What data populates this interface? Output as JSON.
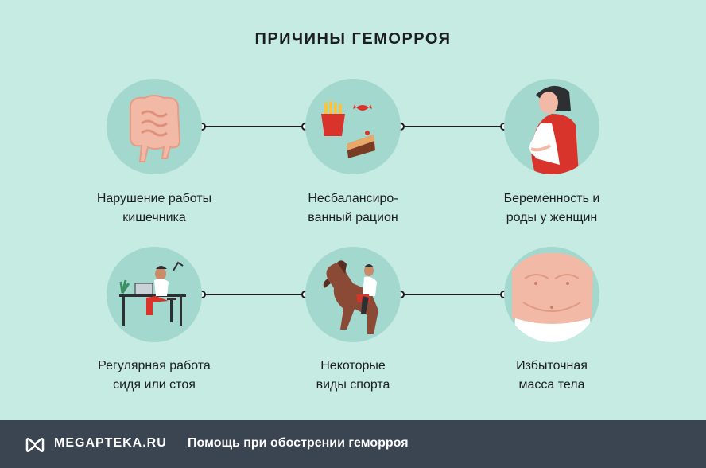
{
  "title": "ПРИЧИНЫ ГЕМОРРОЯ",
  "causes": [
    {
      "lines": [
        "Нарушение работы",
        "кишечника"
      ],
      "icon": "intestines-icon"
    },
    {
      "lines": [
        "Несбалансиро-",
        "ванный рацион"
      ],
      "icon": "junk-food-icon"
    },
    {
      "lines": [
        "Беременность и",
        "роды у женщин"
      ],
      "icon": "pregnant-woman-icon"
    },
    {
      "lines": [
        "Регулярная работа",
        "сидя или стоя"
      ],
      "icon": "office-work-icon"
    },
    {
      "lines": [
        "Некоторые",
        "виды спорта"
      ],
      "icon": "horse-riding-icon"
    },
    {
      "lines": [
        "Избыточная",
        "масса тела"
      ],
      "icon": "overweight-body-icon"
    }
  ],
  "footer": {
    "logo_text": "MEGAPTEKA.RU",
    "caption": "Помощь при обострении геморроя"
  },
  "colors": {
    "background": "#c5ebe3",
    "circle": "#a3d8ce",
    "footer": "#3b4451",
    "accent_red": "#d9342b"
  }
}
